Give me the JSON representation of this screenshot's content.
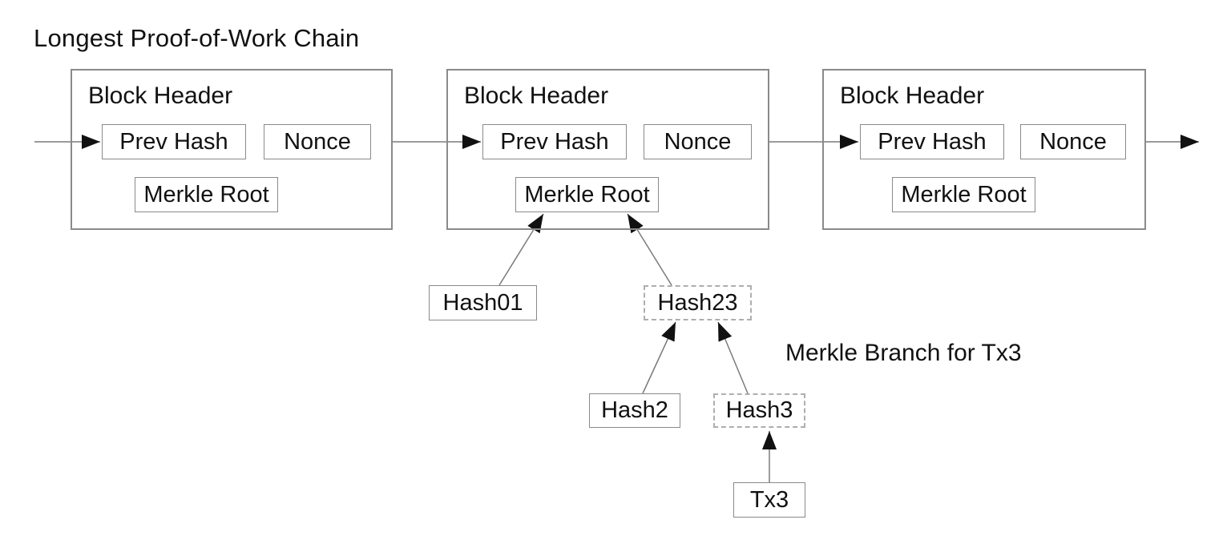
{
  "diagram": {
    "title": "Longest Proof-of-Work Chain",
    "annotation": "Merkle Branch for Tx3"
  },
  "blocks": [
    {
      "header": "Block Header",
      "prev_hash": "Prev Hash",
      "nonce": "Nonce",
      "merkle_root": "Merkle Root"
    },
    {
      "header": "Block Header",
      "prev_hash": "Prev Hash",
      "nonce": "Nonce",
      "merkle_root": "Merkle Root"
    },
    {
      "header": "Block Header",
      "prev_hash": "Prev Hash",
      "nonce": "Nonce",
      "merkle_root": "Merkle Root"
    }
  ],
  "merkle_tree": {
    "hash01": "Hash01",
    "hash23": "Hash23",
    "hash2": "Hash2",
    "hash3": "Hash3",
    "tx3": "Tx3"
  },
  "colors": {
    "background": "#ffffff",
    "text": "#111111",
    "solid_border": "#8a8a8a",
    "dashed_border": "#aeaeae",
    "connector_line": "#7a7a7a",
    "arrowhead": "#111111"
  }
}
